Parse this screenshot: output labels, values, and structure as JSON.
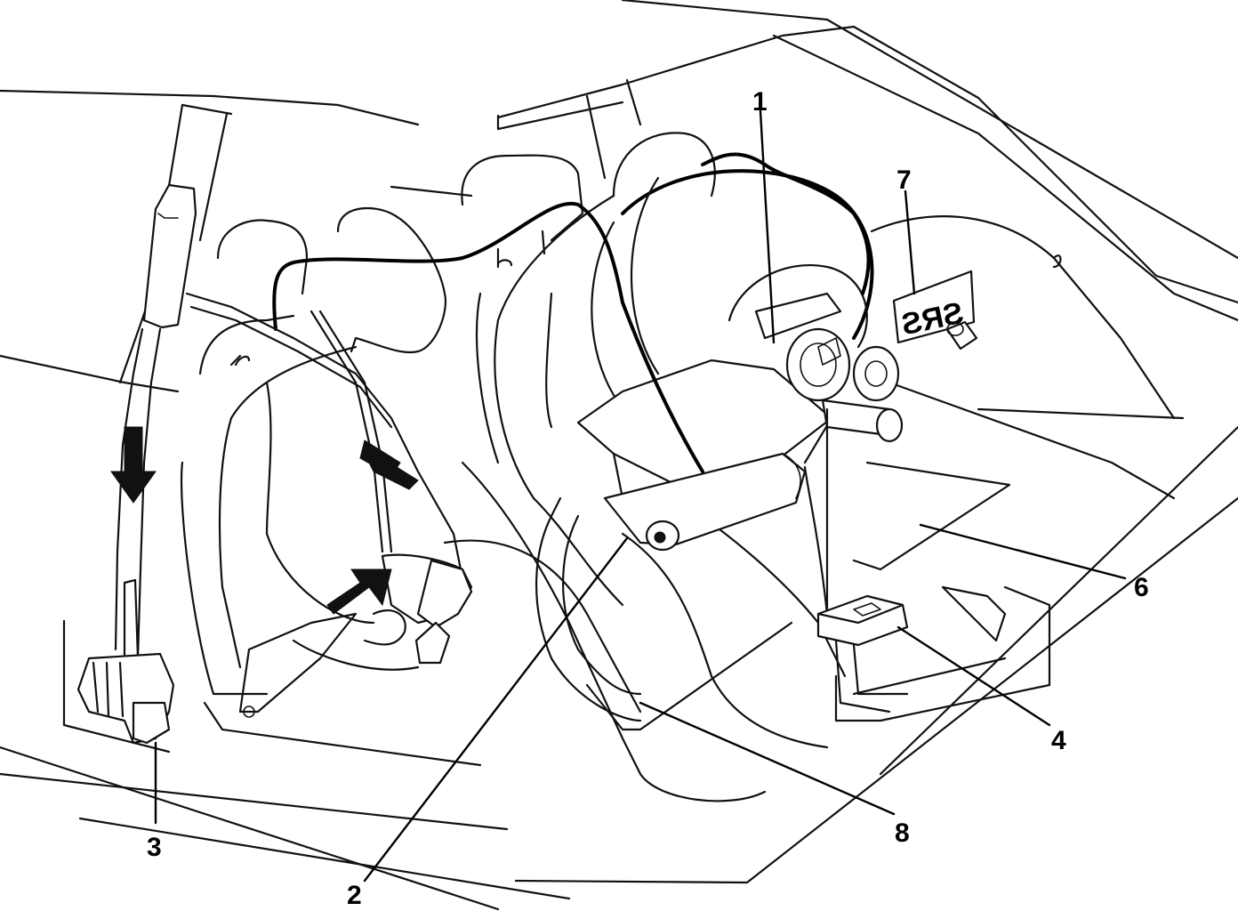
{
  "diagram": {
    "callouts": [
      {
        "id": "1",
        "label": "1"
      },
      {
        "id": "2",
        "label": "2"
      },
      {
        "id": "3",
        "label": "3"
      },
      {
        "id": "4",
        "label": "4"
      },
      {
        "id": "6",
        "label": "6"
      },
      {
        "id": "7",
        "label": "7"
      },
      {
        "id": "8",
        "label": "8"
      }
    ],
    "srs_sign": {
      "text": "SRS",
      "mirrored": true
    }
  }
}
